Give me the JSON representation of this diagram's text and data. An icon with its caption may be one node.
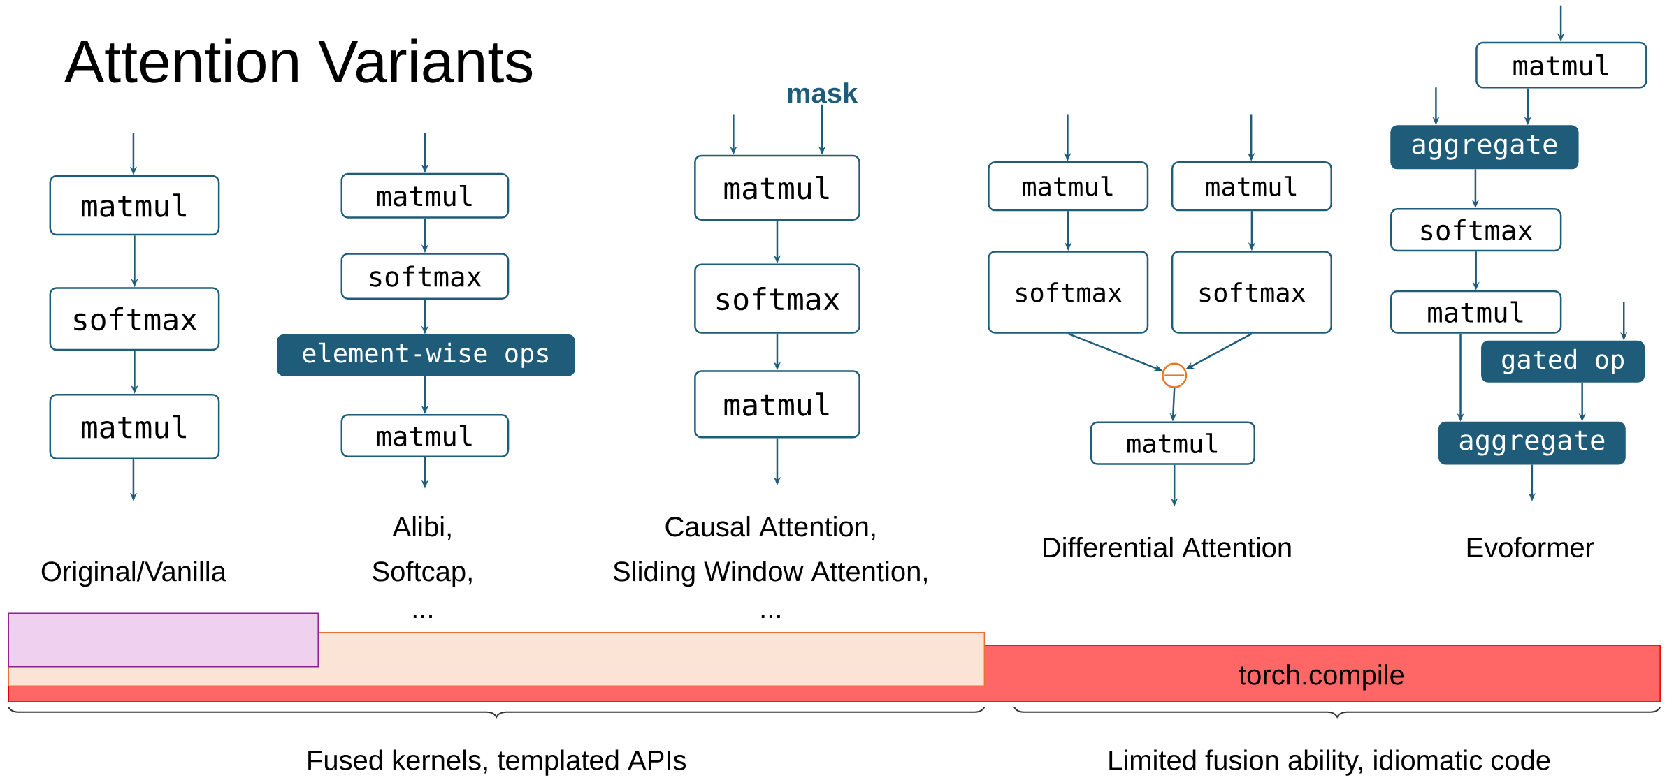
{
  "diagram": {
    "title": "Attention Variants",
    "nodes": [
      {
        "text": [
          "matmul"
        ]
      },
      {
        "text": [
          "softmax"
        ]
      },
      {
        "text": [
          "matmul"
        ]
      },
      {
        "text": [
          "matmul"
        ]
      },
      {
        "text": [
          "softmax"
        ]
      },
      {
        "text": [
          "element-wise ops"
        ]
      },
      {
        "text": [
          "matmul"
        ]
      },
      {
        "text": [
          "mask"
        ]
      },
      {
        "text": [
          "matmul"
        ]
      },
      {
        "text": [
          "softmax"
        ]
      },
      {
        "text": [
          "matmul"
        ]
      },
      {
        "text": [
          "matmul"
        ]
      },
      {
        "text": [
          "matmul"
        ]
      },
      {
        "text": [
          "softmax"
        ]
      },
      {
        "text": [
          "softmax"
        ]
      },
      {
        "text": [],
        "shape": "circle"
      },
      {
        "text": [
          "matmul"
        ]
      },
      {
        "text": [
          "matmul"
        ]
      },
      {
        "text": [
          "aggregate"
        ]
      },
      {
        "text": [
          "softmax"
        ]
      },
      {
        "text": [
          "matmul"
        ]
      },
      {
        "text": [
          "gated op"
        ]
      },
      {
        "text": [
          "aggregate"
        ]
      },
      {
        "text": [],
        "shape": "box"
      },
      {
        "text": [],
        "shape": "box"
      },
      {
        "text": [
          "torch.compile"
        ]
      }
    ],
    "edges": [
      {
        "from": null,
        "to": 0,
        "arrow": "to"
      },
      {
        "from": 0,
        "to": 1,
        "arrow": "to"
      },
      {
        "from": 1,
        "to": 2,
        "arrow": "to"
      },
      {
        "from": 2,
        "to": null,
        "arrow": "to"
      },
      {
        "from": null,
        "to": 3,
        "arrow": "to"
      },
      {
        "from": 3,
        "to": 4,
        "arrow": "to"
      },
      {
        "from": 4,
        "to": 5,
        "arrow": "to"
      },
      {
        "from": 5,
        "to": 6,
        "arrow": "to"
      },
      {
        "from": 6,
        "to": null,
        "arrow": "to"
      },
      {
        "from": null,
        "to": 8,
        "arrow": "to"
      },
      {
        "from": 7,
        "to": 8,
        "arrow": "to"
      },
      {
        "from": 8,
        "to": 9,
        "arrow": "to"
      },
      {
        "from": 9,
        "to": 10,
        "arrow": "to"
      },
      {
        "from": 10,
        "to": null,
        "arrow": "to"
      },
      {
        "from": null,
        "to": 11,
        "arrow": "to"
      },
      {
        "from": null,
        "to": 12,
        "arrow": "to"
      },
      {
        "from": 11,
        "to": 13,
        "arrow": "to"
      },
      {
        "from": 12,
        "to": 14,
        "arrow": "to"
      },
      {
        "from": 13,
        "to": 15,
        "arrow": "to"
      },
      {
        "from": 14,
        "to": 15,
        "arrow": "to"
      },
      {
        "from": 15,
        "to": 16,
        "arrow": "to"
      },
      {
        "from": 16,
        "to": null,
        "arrow": "to"
      },
      {
        "from": null,
        "to": 17,
        "arrow": "to"
      },
      {
        "from": 17,
        "to": 18,
        "arrow": "to"
      },
      {
        "from": null,
        "to": 18,
        "arrow": "to"
      },
      {
        "from": 18,
        "to": 19,
        "arrow": "to"
      },
      {
        "from": 19,
        "to": 20,
        "arrow": "to"
      },
      {
        "from": 20,
        "to": 22,
        "arrow": "to"
      },
      {
        "from": null,
        "to": 21,
        "arrow": "to"
      },
      {
        "from": 21,
        "to": 22,
        "arrow": "to"
      },
      {
        "from": 22,
        "to": null,
        "arrow": "to"
      }
    ],
    "labels": [
      "Original/Vanilla",
      "Alibi,",
      "Softcap,",
      "...",
      "Causal Attention,",
      "Sliding Window Attention,",
      "...",
      "Differential Attention",
      "Evoformer",
      "Fused kernels, templated APIs",
      "Limited fusion ability, idiomatic code"
    ]
  }
}
